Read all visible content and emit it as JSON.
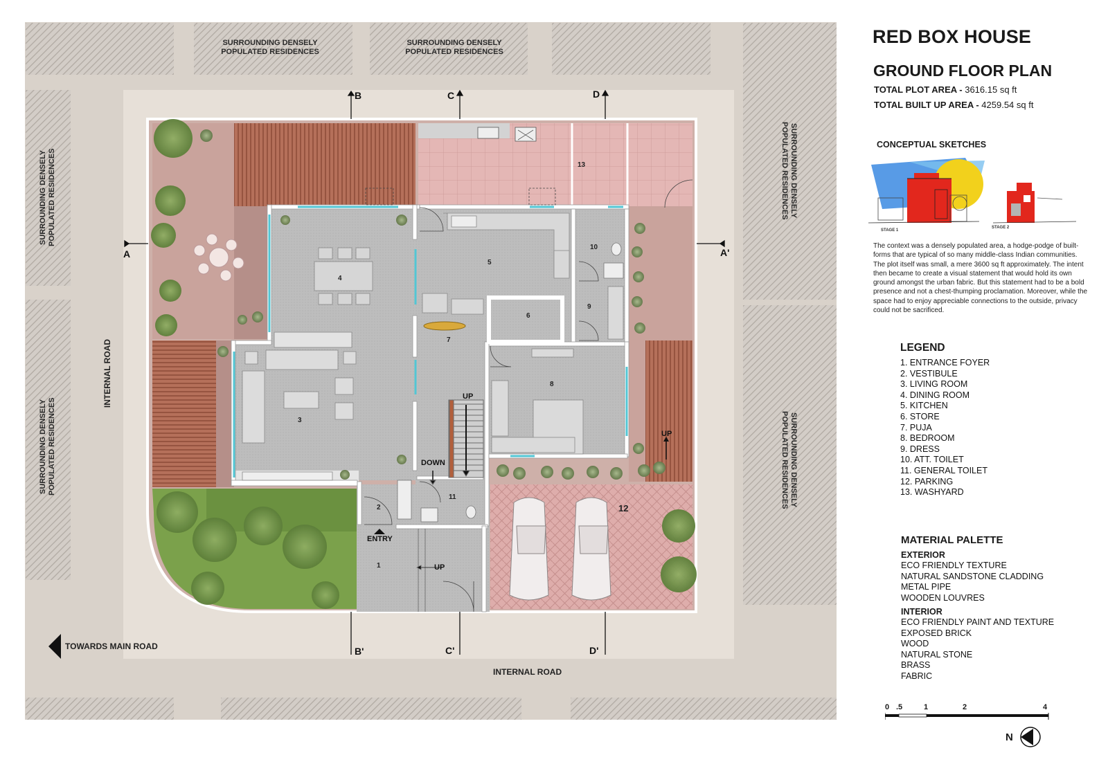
{
  "plan": {
    "surrounding_label": "SURROUNDING DENSELY POPULATED RESIDENCES",
    "internal_road_left": "INTERNAL ROAD",
    "internal_road_bottom": "INTERNAL ROAD",
    "towards_main_road": "TOWARDS MAIN ROAD",
    "sections": {
      "a": "A",
      "a_prime": "A'",
      "b": "B",
      "b_prime": "B'",
      "c": "C",
      "c_prime": "C'",
      "d": "D",
      "d_prime": "D'"
    },
    "texts": {
      "up_stair": "UP",
      "down": "DOWN",
      "entry": "ENTRY",
      "up_entry": "UP",
      "up_right": "UP"
    },
    "room_numbers": [
      "1",
      "2",
      "3",
      "4",
      "5",
      "6",
      "7",
      "8",
      "9",
      "10",
      "11",
      "12",
      "13"
    ]
  },
  "panel": {
    "title": "RED BOX HOUSE",
    "subtitle": "GROUND FLOOR PLAN",
    "plot_area_label": "TOTAL PLOT AREA -",
    "plot_area_value": "3616.15 sq ft",
    "built_area_label": "TOTAL BUILT UP AREA -",
    "built_area_value": "4259.54 sq ft",
    "sketches_heading": "CONCEPTUAL SKETCHES",
    "stage1": "STAGE 1",
    "stage2": "STAGE 2",
    "concept_text": "The context was a densely populated area, a hodge-podge of built-forms that are typical of so many middle-class Indian communities. The plot itself was small, a mere 3600 sq ft approximately. The intent then became to create a visual statement that would hold its own ground amongst the urban fabric. But this statement had to be a bold presence and not a chest-thumping proclamation. Moreover, while the space had to enjoy appreciable connections to the outside, privacy could not be sacrificed.",
    "legend_heading": "LEGEND",
    "legend": [
      "1. ENTRANCE FOYER",
      "2. VESTIBULE",
      "3. LIVING ROOM",
      "4. DINING ROOM",
      "5. KITCHEN",
      "6. STORE",
      "7. PUJA",
      "8. BEDROOM",
      "9. DRESS",
      "10. ATT. TOILET",
      "11. GENERAL TOILET",
      "12. PARKING",
      "13. WASHYARD"
    ],
    "material_heading": "MATERIAL PALETTE",
    "exterior_heading": "EXTERIOR",
    "exterior": [
      "ECO FRIENDLY TEXTURE",
      "NATURAL SANDSTONE CLADDING",
      "METAL PIPE",
      "WOODEN LOUVRES"
    ],
    "interior_heading": "INTERIOR",
    "interior": [
      "ECO FRIENDLY PAINT AND TEXTURE",
      "EXPOSED BRICK",
      "WOOD",
      "NATURAL STONE",
      "BRASS",
      "FABRIC"
    ],
    "scale_ticks": [
      "0",
      ".5",
      "1",
      "2",
      "4"
    ],
    "north_label": "N"
  },
  "colors": {
    "road": "#d8d1c9",
    "plot": "#e6dfd8",
    "hatch": "#cfc9c3",
    "floor": "#b9b9b9",
    "pink_paving": "#d8a9a7",
    "wood_deck": "#a9624c",
    "lawn": "#7fa34c",
    "wall": "#ffffff",
    "glass": "#4ec6d6",
    "accent_red": "#e0291f",
    "accent_blue": "#2f7fd8",
    "accent_yellow": "#f3d320"
  }
}
